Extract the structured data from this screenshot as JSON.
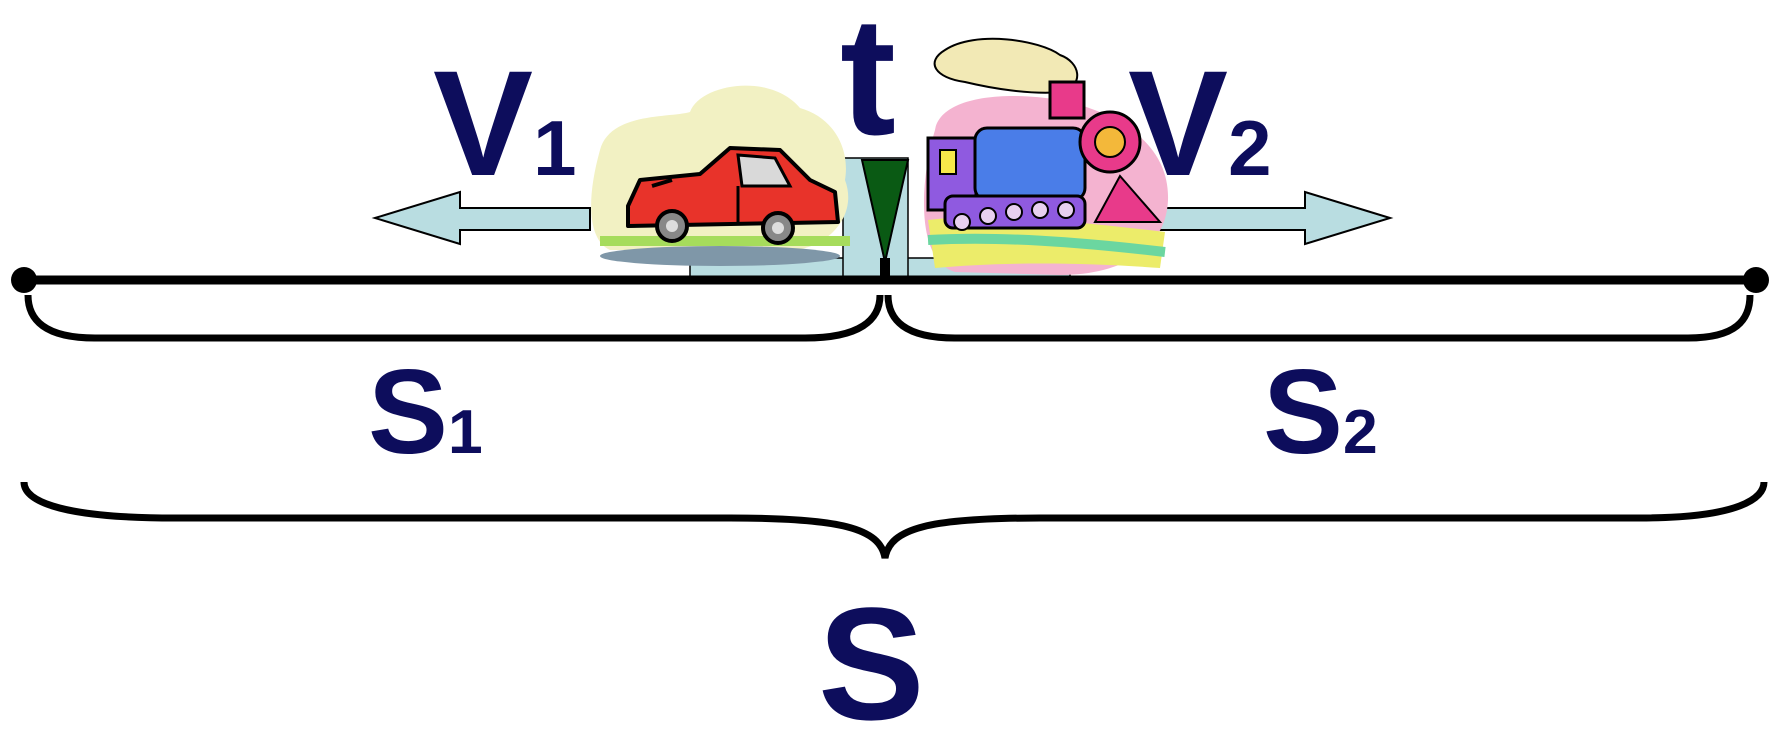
{
  "labels": {
    "time": "t",
    "v1_main": "V",
    "v1_sub": "1",
    "v2_main": "V",
    "v2_sub": "2",
    "s1_main": "S",
    "s1_sub": "1",
    "s2_main": "S",
    "s2_sub": "2",
    "total": "S"
  },
  "vehicles": {
    "left": "car-icon",
    "right": "train-icon"
  },
  "colors": {
    "text": "#0d0d5c",
    "line": "#000000",
    "arrow_fill": "#b9dde1",
    "marker": "#0a5a14",
    "car_body": "#e8332a",
    "train_body": "#4a7de8"
  }
}
